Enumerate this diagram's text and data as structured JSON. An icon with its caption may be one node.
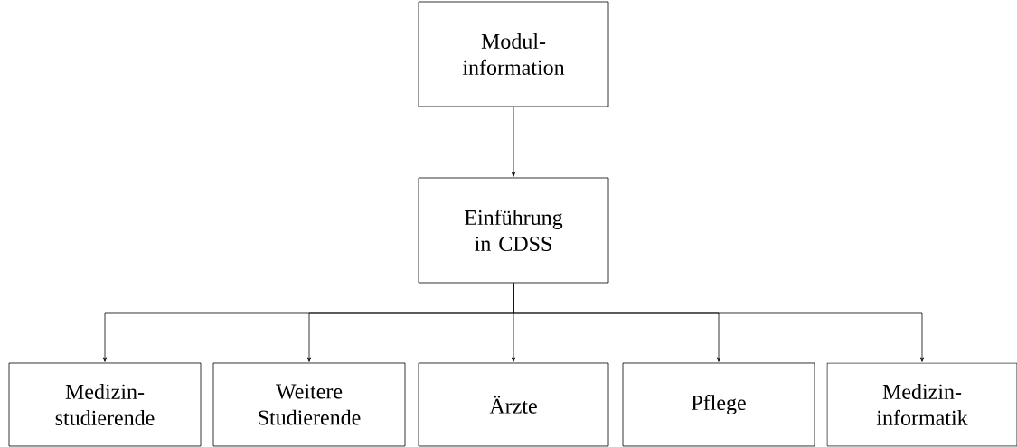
{
  "diagram": {
    "nodes": [
      {
        "text": [
          "Modul- information"
        ]
      },
      {
        "text": [
          "Einführung in CDSS"
        ]
      },
      {
        "text": [
          "Medizin- studierende"
        ]
      },
      {
        "text": [
          "Weitere Studierende"
        ]
      },
      {
        "text": [
          "Ärzte"
        ]
      },
      {
        "text": [
          "Pflege"
        ]
      },
      {
        "text": [
          "Medizin- informatik"
        ]
      }
    ],
    "edges": [
      {
        "from": 0,
        "to": 1,
        "arrow": "to"
      },
      {
        "from": 1,
        "to": 2,
        "arrow": "to"
      },
      {
        "from": 1,
        "to": 3,
        "arrow": "to"
      },
      {
        "from": 1,
        "to": 4,
        "arrow": "to"
      },
      {
        "from": 1,
        "to": 5,
        "arrow": "to"
      },
      {
        "from": 1,
        "to": 6,
        "arrow": "to"
      }
    ]
  }
}
